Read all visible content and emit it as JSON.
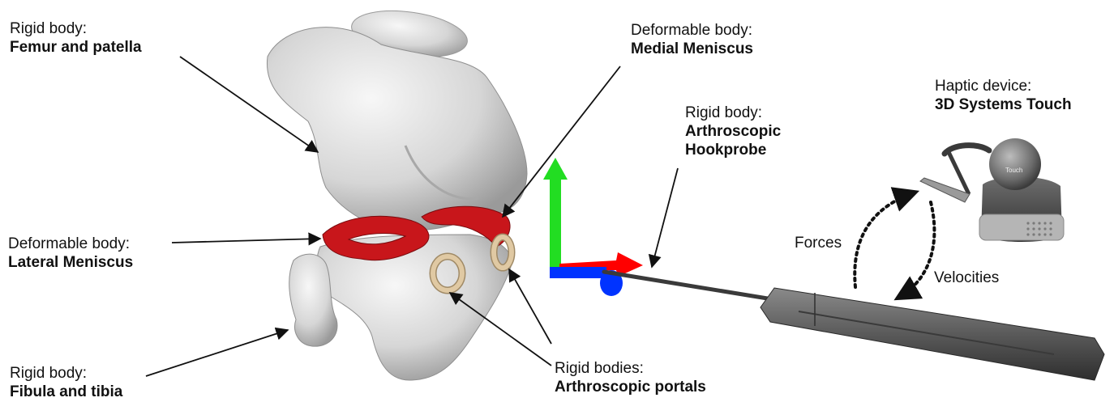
{
  "labels": {
    "femur": {
      "category": "Rigid body:",
      "name": "Femur and patella"
    },
    "lateral": {
      "category": "Deformable body:",
      "name": "Lateral Meniscus"
    },
    "fibula": {
      "category": "Rigid body:",
      "name": "Fibula and tibia"
    },
    "medial": {
      "category": "Deformable body:",
      "name": "Medial Meniscus"
    },
    "hookprobe": {
      "category": "Rigid body:",
      "name_line1": "Arthroscopic",
      "name_line2": "Hookprobe"
    },
    "portals": {
      "category": "Rigid bodies:",
      "name": "Arthroscopic portals"
    },
    "haptic": {
      "category": "Haptic device:",
      "name": "3D Systems Touch"
    }
  },
  "flows": {
    "forces": "Forces",
    "velocities": "Velocities"
  },
  "device_badge": "Touch",
  "colors": {
    "bone": "#d9d9d9",
    "meniscus": "#c8161b",
    "portal": "#d8c09a",
    "axis_x": "#ff0000",
    "axis_y": "#22dd22",
    "axis_z": "#0033ff",
    "probe": "#505050"
  }
}
